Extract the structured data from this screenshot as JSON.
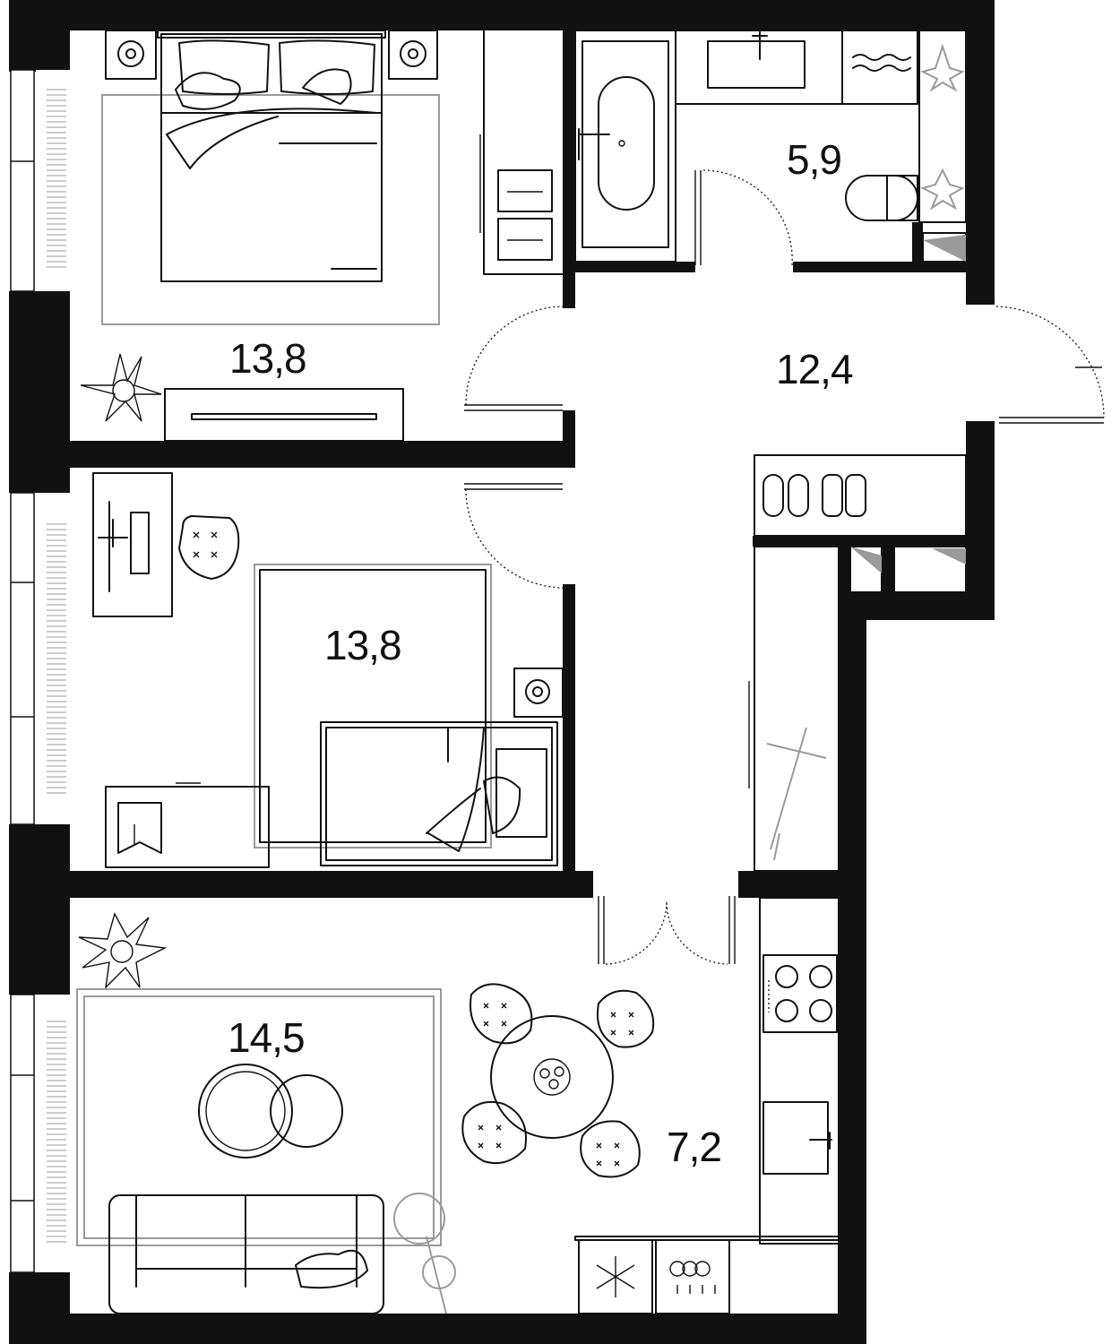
{
  "plan": {
    "colors": {
      "wall": "#111111",
      "furniture": "#111111",
      "rug": "#9a9a9a",
      "background": "#ffffff"
    },
    "rooms": [
      {
        "id": "bedroom-1",
        "area": "13,8"
      },
      {
        "id": "bedroom-2",
        "area": "13,8"
      },
      {
        "id": "bathroom",
        "area": "5,9"
      },
      {
        "id": "hallway",
        "area": "12,4"
      },
      {
        "id": "living-room",
        "area": "14,5"
      },
      {
        "id": "kitchen",
        "area": "7,2"
      }
    ],
    "icons": [
      "bed-icon",
      "nightstand-icon",
      "plant-icon",
      "desk-icon",
      "chair-icon",
      "bathtub-icon",
      "sink-icon",
      "toilet-icon",
      "washing-machine-icon",
      "shoes-icon",
      "scooter-icon",
      "stove-icon",
      "fridge-icon",
      "dishwasher-icon",
      "dining-table-icon",
      "sofa-icon",
      "floor-lamp-icon",
      "coffee-table-icon"
    ]
  }
}
